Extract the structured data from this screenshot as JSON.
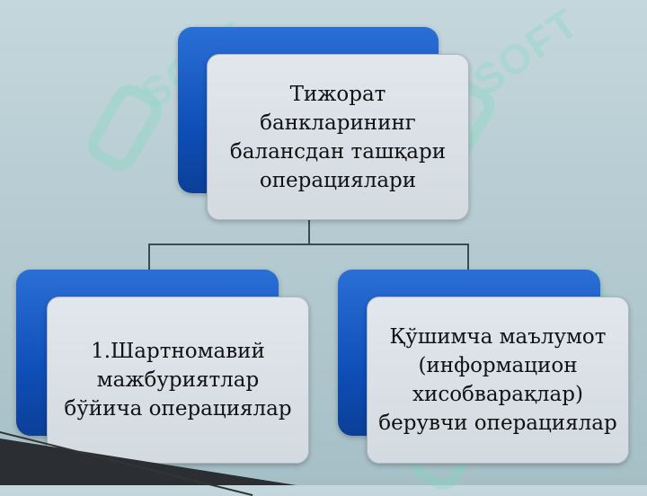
{
  "nodes": {
    "top": "Тижорат\nбанкларининг\nбалансдан ташқари\nоперациялари",
    "left": "1.Шартномавий\nмажбуриятлар\nбўйича операциялар",
    "right": "Қўшимча маълумот\n(информацион\nхисобварақлар)\nберувчи операциялар"
  },
  "watermark": "SOFT",
  "colors": {
    "accent_blue": "#1559c6",
    "card": "#d8dee3",
    "connector": "#3b4b55"
  }
}
